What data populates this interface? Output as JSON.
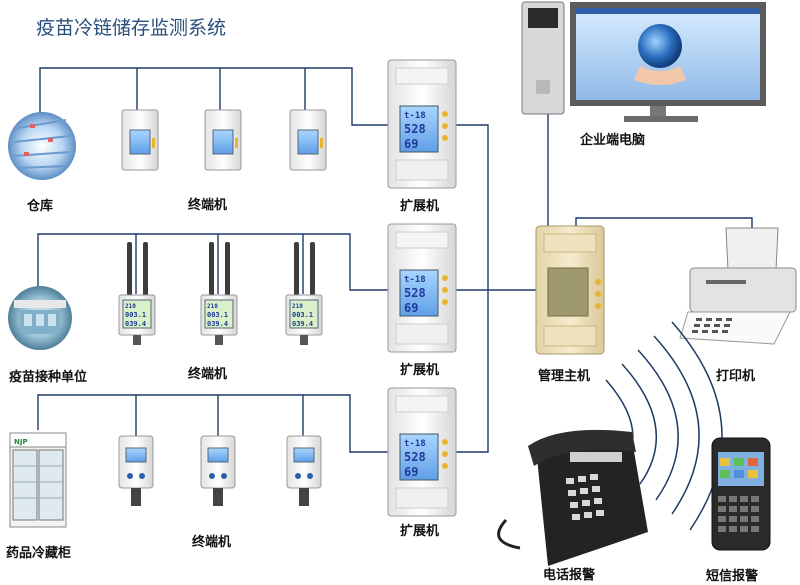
{
  "title": "疫苗冷链储存监测系统",
  "sites": {
    "warehouse": "仓库",
    "vaccination_unit": "疫苗接种单位",
    "drug_fridge": "药品冷藏柜"
  },
  "terminal_label": "终端机",
  "extender_label": "扩展机",
  "extender_display": {
    "line1": "t-18",
    "line2": "528",
    "line3": "69"
  },
  "wireless_display": {
    "line1": "210",
    "line2": "003.1",
    "line3": "039.4"
  },
  "fridge_brand": "NJP",
  "manager_host": "管理主机",
  "enterprise_pc": "企业端电脑",
  "printer": "打印机",
  "phone_alarm": "电话报警",
  "sms_alarm": "短信报警",
  "colors": {
    "wire": "#1f3a66",
    "title": "#2a4f7d",
    "lcd": "#7db8f2"
  }
}
